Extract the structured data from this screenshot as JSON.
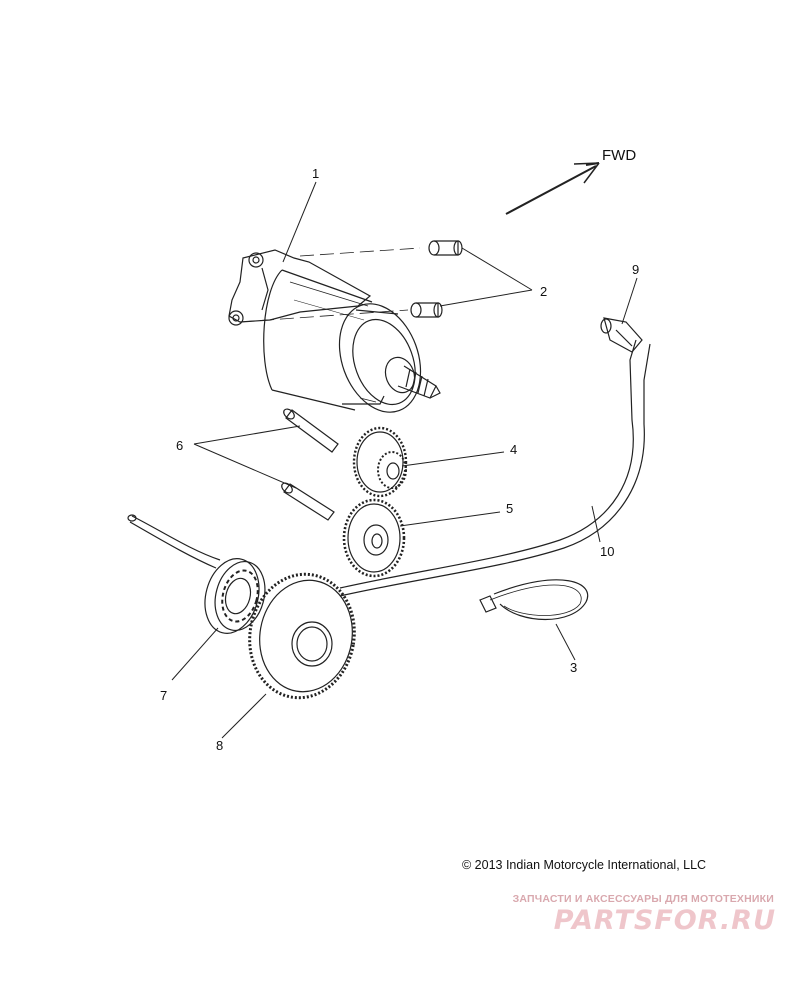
{
  "diagram": {
    "direction_label": "FWD",
    "callouts": [
      "1",
      "2",
      "3",
      "4",
      "5",
      "6",
      "7",
      "8",
      "9",
      "10"
    ]
  },
  "copyright": "© 2013 Indian Motorcycle International, LLC",
  "watermark": {
    "tagline": "ЗАПЧАСТИ И АКСЕССУАРЫ ДЛЯ МОТОТЕХНИКИ",
    "logo_text": "PARTSFOR.RU"
  },
  "colors": {
    "line": "#222222",
    "watermark_logo": "#efc6cb",
    "watermark_tagline": "#d9a8ae"
  }
}
